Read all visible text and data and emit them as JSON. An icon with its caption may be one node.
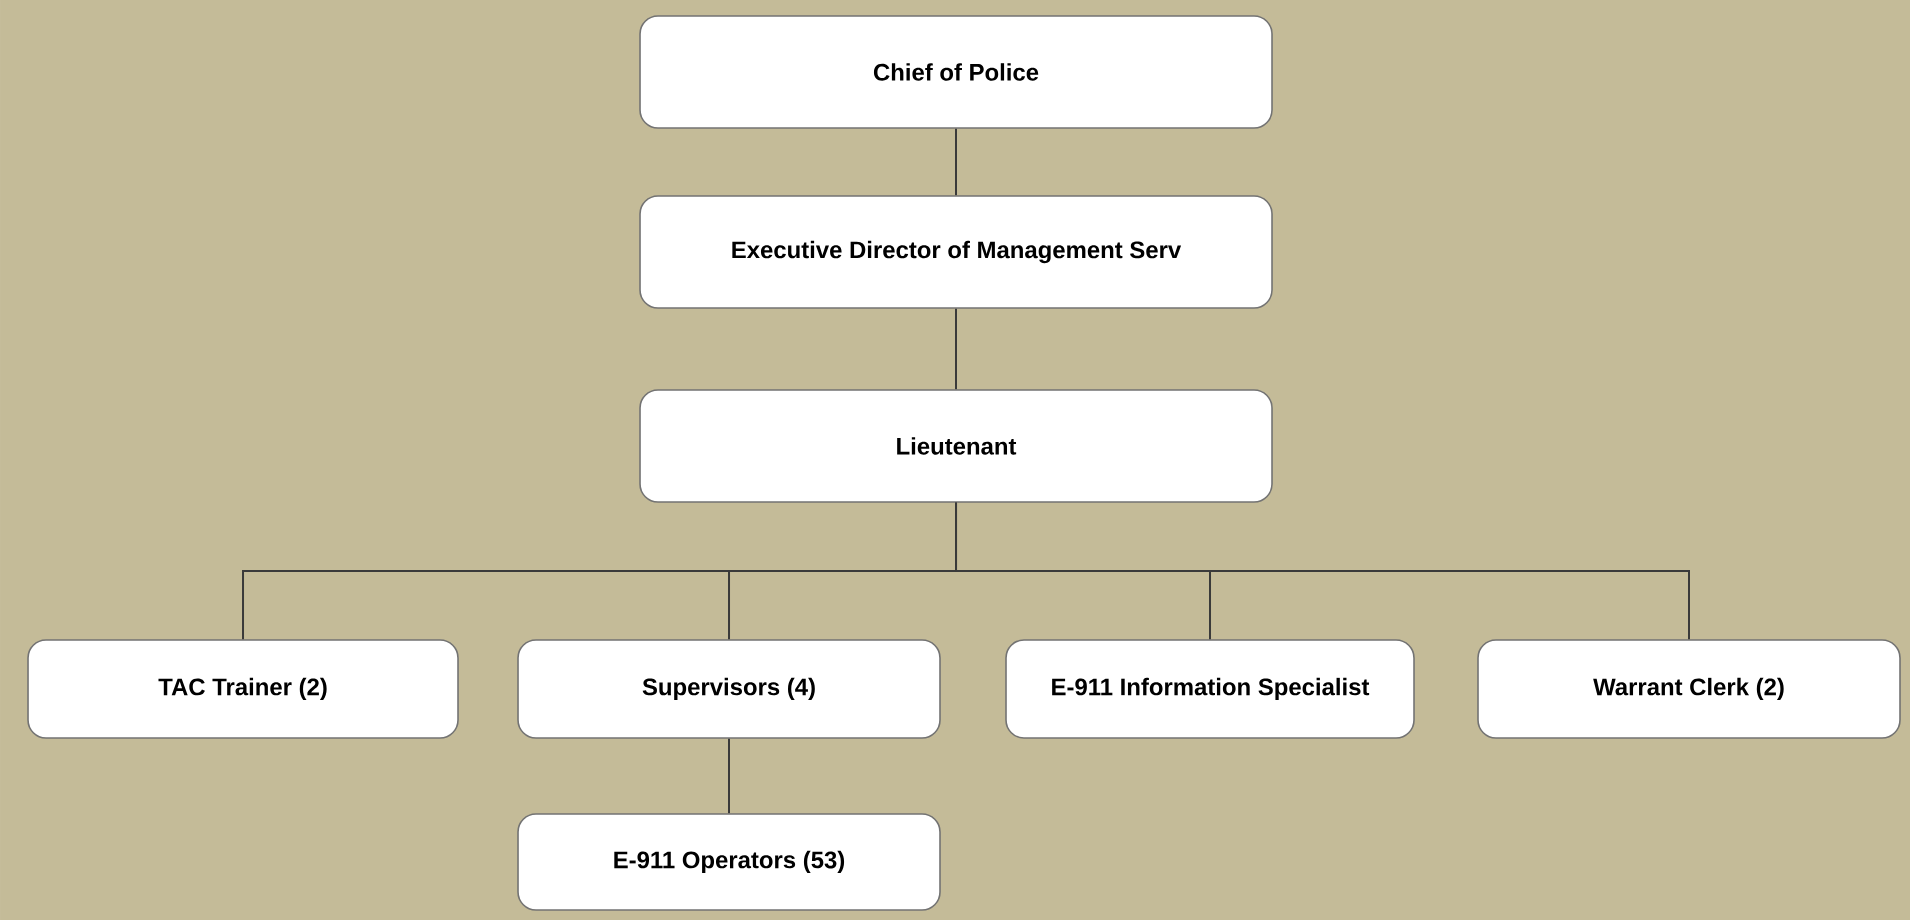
{
  "diagram": {
    "nodes": [
      {
        "text": [
          "Chief of Police"
        ]
      },
      {
        "text": [
          "Executive Director of Management Serv"
        ]
      },
      {
        "text": [
          "Lieutenant"
        ]
      },
      {
        "text": [
          "TAC Trainer (2)"
        ]
      },
      {
        "text": [
          "Supervisors (4)"
        ]
      },
      {
        "text": [
          "E-911 Information Specialist"
        ]
      },
      {
        "text": [
          "Warrant Clerk (2)"
        ]
      },
      {
        "text": [
          "E-911 Operators (53)"
        ]
      }
    ],
    "edges": [
      {
        "from": 0,
        "to": 1,
        "arrow": "none"
      },
      {
        "from": 1,
        "to": 2,
        "arrow": "none"
      },
      {
        "from": 2,
        "to": 3,
        "arrow": "none"
      },
      {
        "from": 2,
        "to": 4,
        "arrow": "none"
      },
      {
        "from": 2,
        "to": 5,
        "arrow": "none"
      },
      {
        "from": 2,
        "to": 6,
        "arrow": "none"
      },
      {
        "from": 4,
        "to": 7,
        "arrow": "none"
      }
    ]
  }
}
